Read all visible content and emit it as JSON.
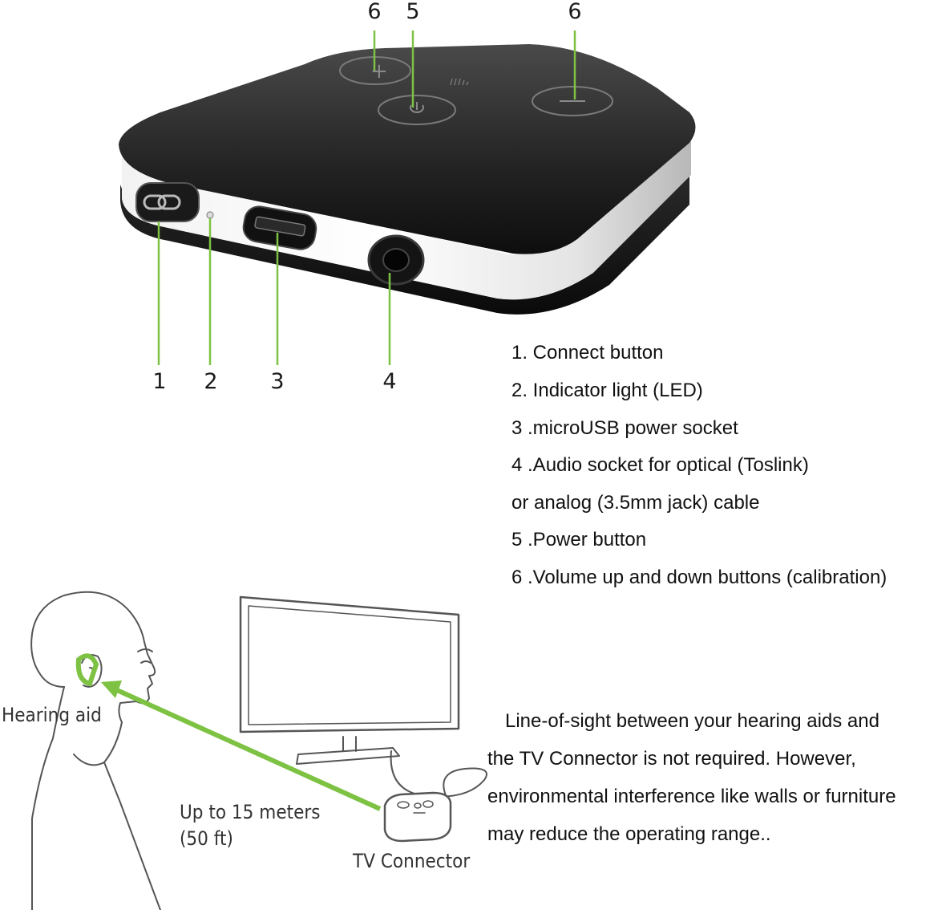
{
  "device_callouts": {
    "top": [
      "6",
      "5",
      "6"
    ],
    "bottom": [
      "1",
      "2",
      "3",
      "4"
    ]
  },
  "legend": [
    "1. Connect button",
    "2. Indicator light (LED)",
    "3 .microUSB power socket",
    "4 .Audio socket for optical (Toslink)",
    "or analog (3.5mm jack) cable",
    "5 .Power button",
    "6 .Volume up and down buttons (calibration)"
  ],
  "illustration": {
    "hearing_aid_label": "Hearing aid",
    "range_line1": "Up to 15 meters",
    "range_line2": "(50 ft)",
    "tv_connector_label": "TV Connector"
  },
  "note_lines": [
    "Line-of-sight between your hearing aids and",
    "the TV Connector is not required. However,",
    "environmental interference like walls or furniture",
    "may reduce the operating range.."
  ],
  "colors": {
    "accent_green": "#7dc243",
    "device_body": "#1c1c1c",
    "sketch_line": "#555555"
  }
}
